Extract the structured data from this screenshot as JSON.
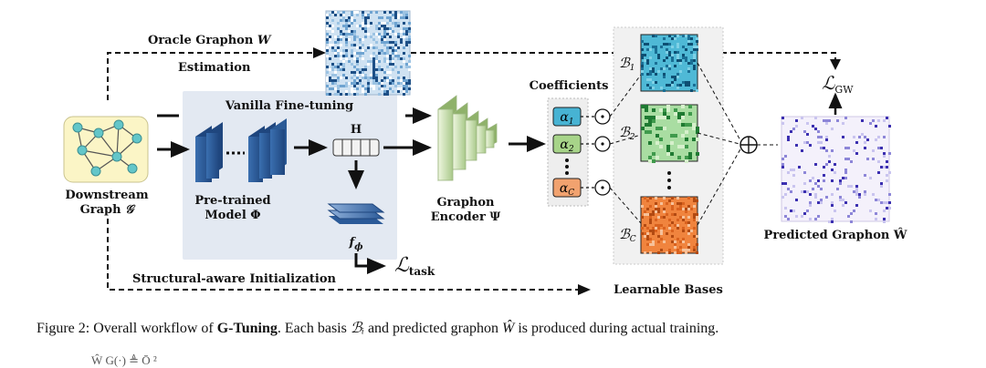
{
  "labels": {
    "oracle": "Oracle Graphon",
    "oracle_sym": "W",
    "estimation": "Estimation",
    "vanilla": "Vanilla Fine-tuning",
    "downstream1": "Downstream",
    "downstream2": "Graph",
    "downstream_sym": "𝒢",
    "pretrained1": "Pre-trained",
    "pretrained2": "Model Φ",
    "h": "H",
    "f_phi": "f",
    "f_phi_sub": "ϕ",
    "l_task": "ℒ",
    "l_task_sub": "task",
    "structural": "Structural-aware Initialization",
    "encoder1": "Graphon",
    "encoder2": "Encoder Ψ",
    "coefficients": "Coefficients",
    "alpha1": "α",
    "alpha1_sub": "1",
    "alpha2": "α",
    "alpha2_sub": "2",
    "alphaC": "α",
    "alphaC_sub": "C",
    "b1": "ℬ",
    "b1_sub": "1",
    "b2": "ℬ",
    "b2_sub": "2",
    "bC": "ℬ",
    "bC_sub": "C",
    "learnable": "Learnable Bases",
    "l_gw": "ℒ",
    "l_gw_sub": "GW",
    "predicted": "Predicted Graphon Ŵ"
  },
  "caption": {
    "prefix": "Figure 2: Overall workflow of ",
    "name": "G-Tuning",
    "mid": ". Each basis ",
    "basis": "ℬᵢ",
    "mid2": " and predicted graphon ",
    "pred": "Ŵ",
    "suffix": " is produced during actual training."
  },
  "residual": "Ŵ                                    G(·) ≜ Ō                   ²",
  "colors": {
    "blue_block": "#2e5c99",
    "green_block": "#b7d39a",
    "panel": "#e3e9f2",
    "graph_bg": "#fbf5c6",
    "node": "#63c6c9",
    "alpha_blue": "#47b3d3",
    "alpha_green": "#a7d489",
    "alpha_orange": "#f1a26f"
  }
}
